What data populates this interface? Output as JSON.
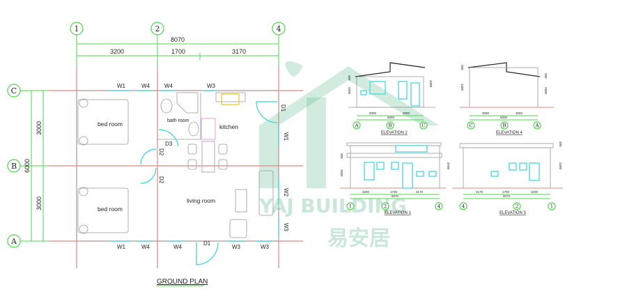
{
  "plan": {
    "title": "GROUND PLAN",
    "grid_columns": [
      "1",
      "2",
      "4"
    ],
    "grid_rows": [
      "C",
      "B",
      "A"
    ],
    "dims_top": {
      "total": "8070",
      "parts": [
        "3200",
        "1700",
        "3170"
      ]
    },
    "dims_left": {
      "total": "6000",
      "parts": [
        "3000",
        "3000"
      ]
    },
    "rooms": {
      "bed1": "bed room",
      "bed2": "bed room",
      "bath": "bath room",
      "kitchen": "kitchen",
      "living": "living room"
    },
    "top_windows": [
      "W1",
      "W4",
      "W4",
      "W3"
    ],
    "bottom_openings": [
      "W1",
      "W4",
      "W4",
      "D1",
      "W3",
      "W3"
    ],
    "right_openings": [
      "D1",
      "W1",
      "W2",
      "W3"
    ],
    "inner_doors": [
      "D3",
      "D2",
      "D2"
    ]
  },
  "watermark": {
    "brand": "YAJ BUILDING",
    "chinese": "易安居"
  },
  "elevations": [
    {
      "title": "ELEVATION 2",
      "axes": [
        "A",
        "B",
        "C"
      ],
      "dims": [
        "3000",
        "3000"
      ],
      "total": "6000",
      "heights": [
        "300",
        "2600",
        "3400"
      ]
    },
    {
      "title": "ELEVATION 4",
      "axes": [
        "C",
        "B",
        "A"
      ],
      "dims": [
        "3000",
        "3000"
      ],
      "total": "6000",
      "heights": [
        "300",
        "3400",
        "2600",
        "300"
      ]
    },
    {
      "title": "ELEVATION 1",
      "axes": [
        "1",
        "2",
        "4"
      ],
      "dims": [
        "3200",
        "1700",
        "3170"
      ],
      "total": "8070",
      "heights": [
        "300",
        "2600",
        "3700"
      ]
    },
    {
      "title": "ELEVATION 3",
      "axes": [
        "4",
        "2",
        "1"
      ],
      "dims": [
        "3170",
        "1700",
        "3200"
      ],
      "total": "8070",
      "heights": [
        "300",
        "3400"
      ]
    }
  ],
  "colors": {
    "grid": "#4ad84a",
    "wall": "#e58585",
    "window": "#33d6e0",
    "watermark": "#2ea86a"
  }
}
